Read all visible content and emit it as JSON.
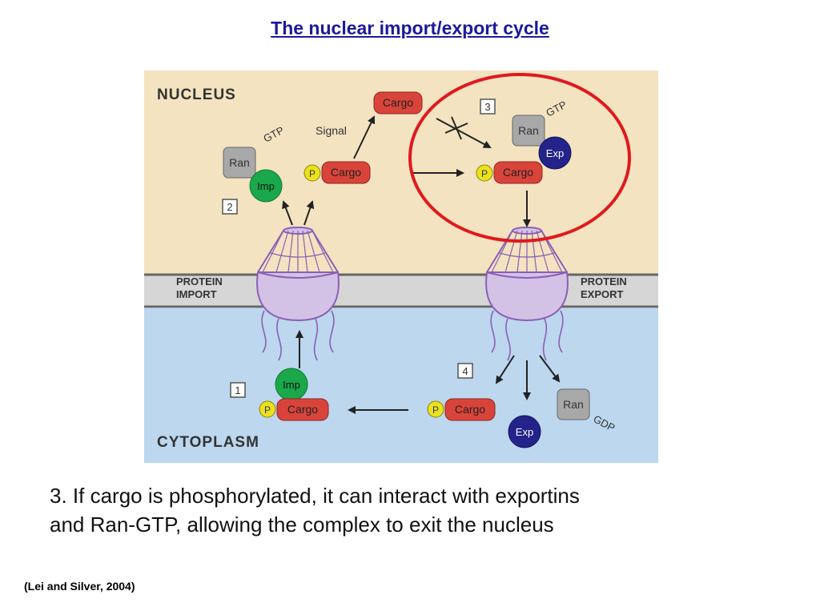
{
  "title": "The nuclear import/export cycle",
  "diagram": {
    "regions": {
      "nucleus": "NUCLEUS",
      "cytoplasm": "CYTOPLASM",
      "import_line1": "PROTEIN",
      "import_line2": "IMPORT",
      "export_line1": "PROTEIN",
      "export_line2": "EXPORT"
    },
    "steps": [
      "1",
      "2",
      "3",
      "4"
    ],
    "labels": {
      "cargo": "Cargo",
      "ran": "Ran",
      "imp": "Imp",
      "exp": "Exp",
      "p": "P",
      "gtp": "GTP",
      "gdp": "GDP",
      "signal": "Signal"
    },
    "colors": {
      "nucleus_bg": "#f3e3c0",
      "membrane": "#d6d6d6",
      "cytoplasm_bg": "#bcd7ee",
      "cargo": "#d9443a",
      "ran": "#a8a8a8",
      "imp": "#1aa84a",
      "exp": "#23238a",
      "phosphate": "#ece21c",
      "pore": "#d3c2e6",
      "pore_stroke": "#8b5fb5",
      "highlight": "#e0191e"
    }
  },
  "caption": {
    "line1": "3.  If cargo is phosphorylated, it can interact with exportins",
    "line2": "and Ran-GTP, allowing the complex to exit the nucleus"
  },
  "citation": "(Lei and Silver, 2004)"
}
